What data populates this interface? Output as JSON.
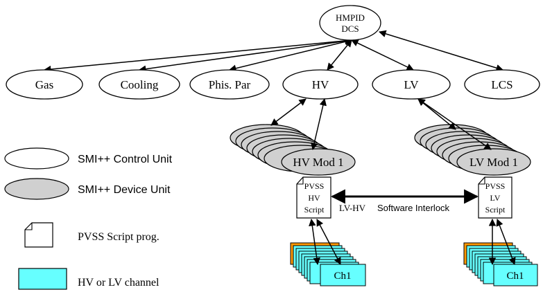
{
  "root": {
    "line1": "HMPID",
    "line2": "DCS"
  },
  "nodes": [
    "Gas",
    "Cooling",
    "Phis. Par",
    "HV",
    "LV",
    "LCS"
  ],
  "hv_module": "HV Mod 1",
  "lv_module": "LV Mod 1",
  "hv_script": [
    "PVSS",
    "HV",
    "Script"
  ],
  "lv_script": [
    "PVSS",
    "LV",
    "Script"
  ],
  "hv_channel": "Ch1",
  "lv_channel": "Ch1",
  "interlock": {
    "left": "LV-HV",
    "right": "Software Interlock"
  },
  "legend": {
    "control_unit": "SMI++ Control Unit",
    "device_unit": "SMI++ Device Unit",
    "script": "PVSS Script prog.",
    "channel": "HV or LV channel"
  },
  "colors": {
    "device_fill": "#d0d0d0",
    "channel_fill": "#66ffff",
    "channel_back": "#ff9900"
  }
}
